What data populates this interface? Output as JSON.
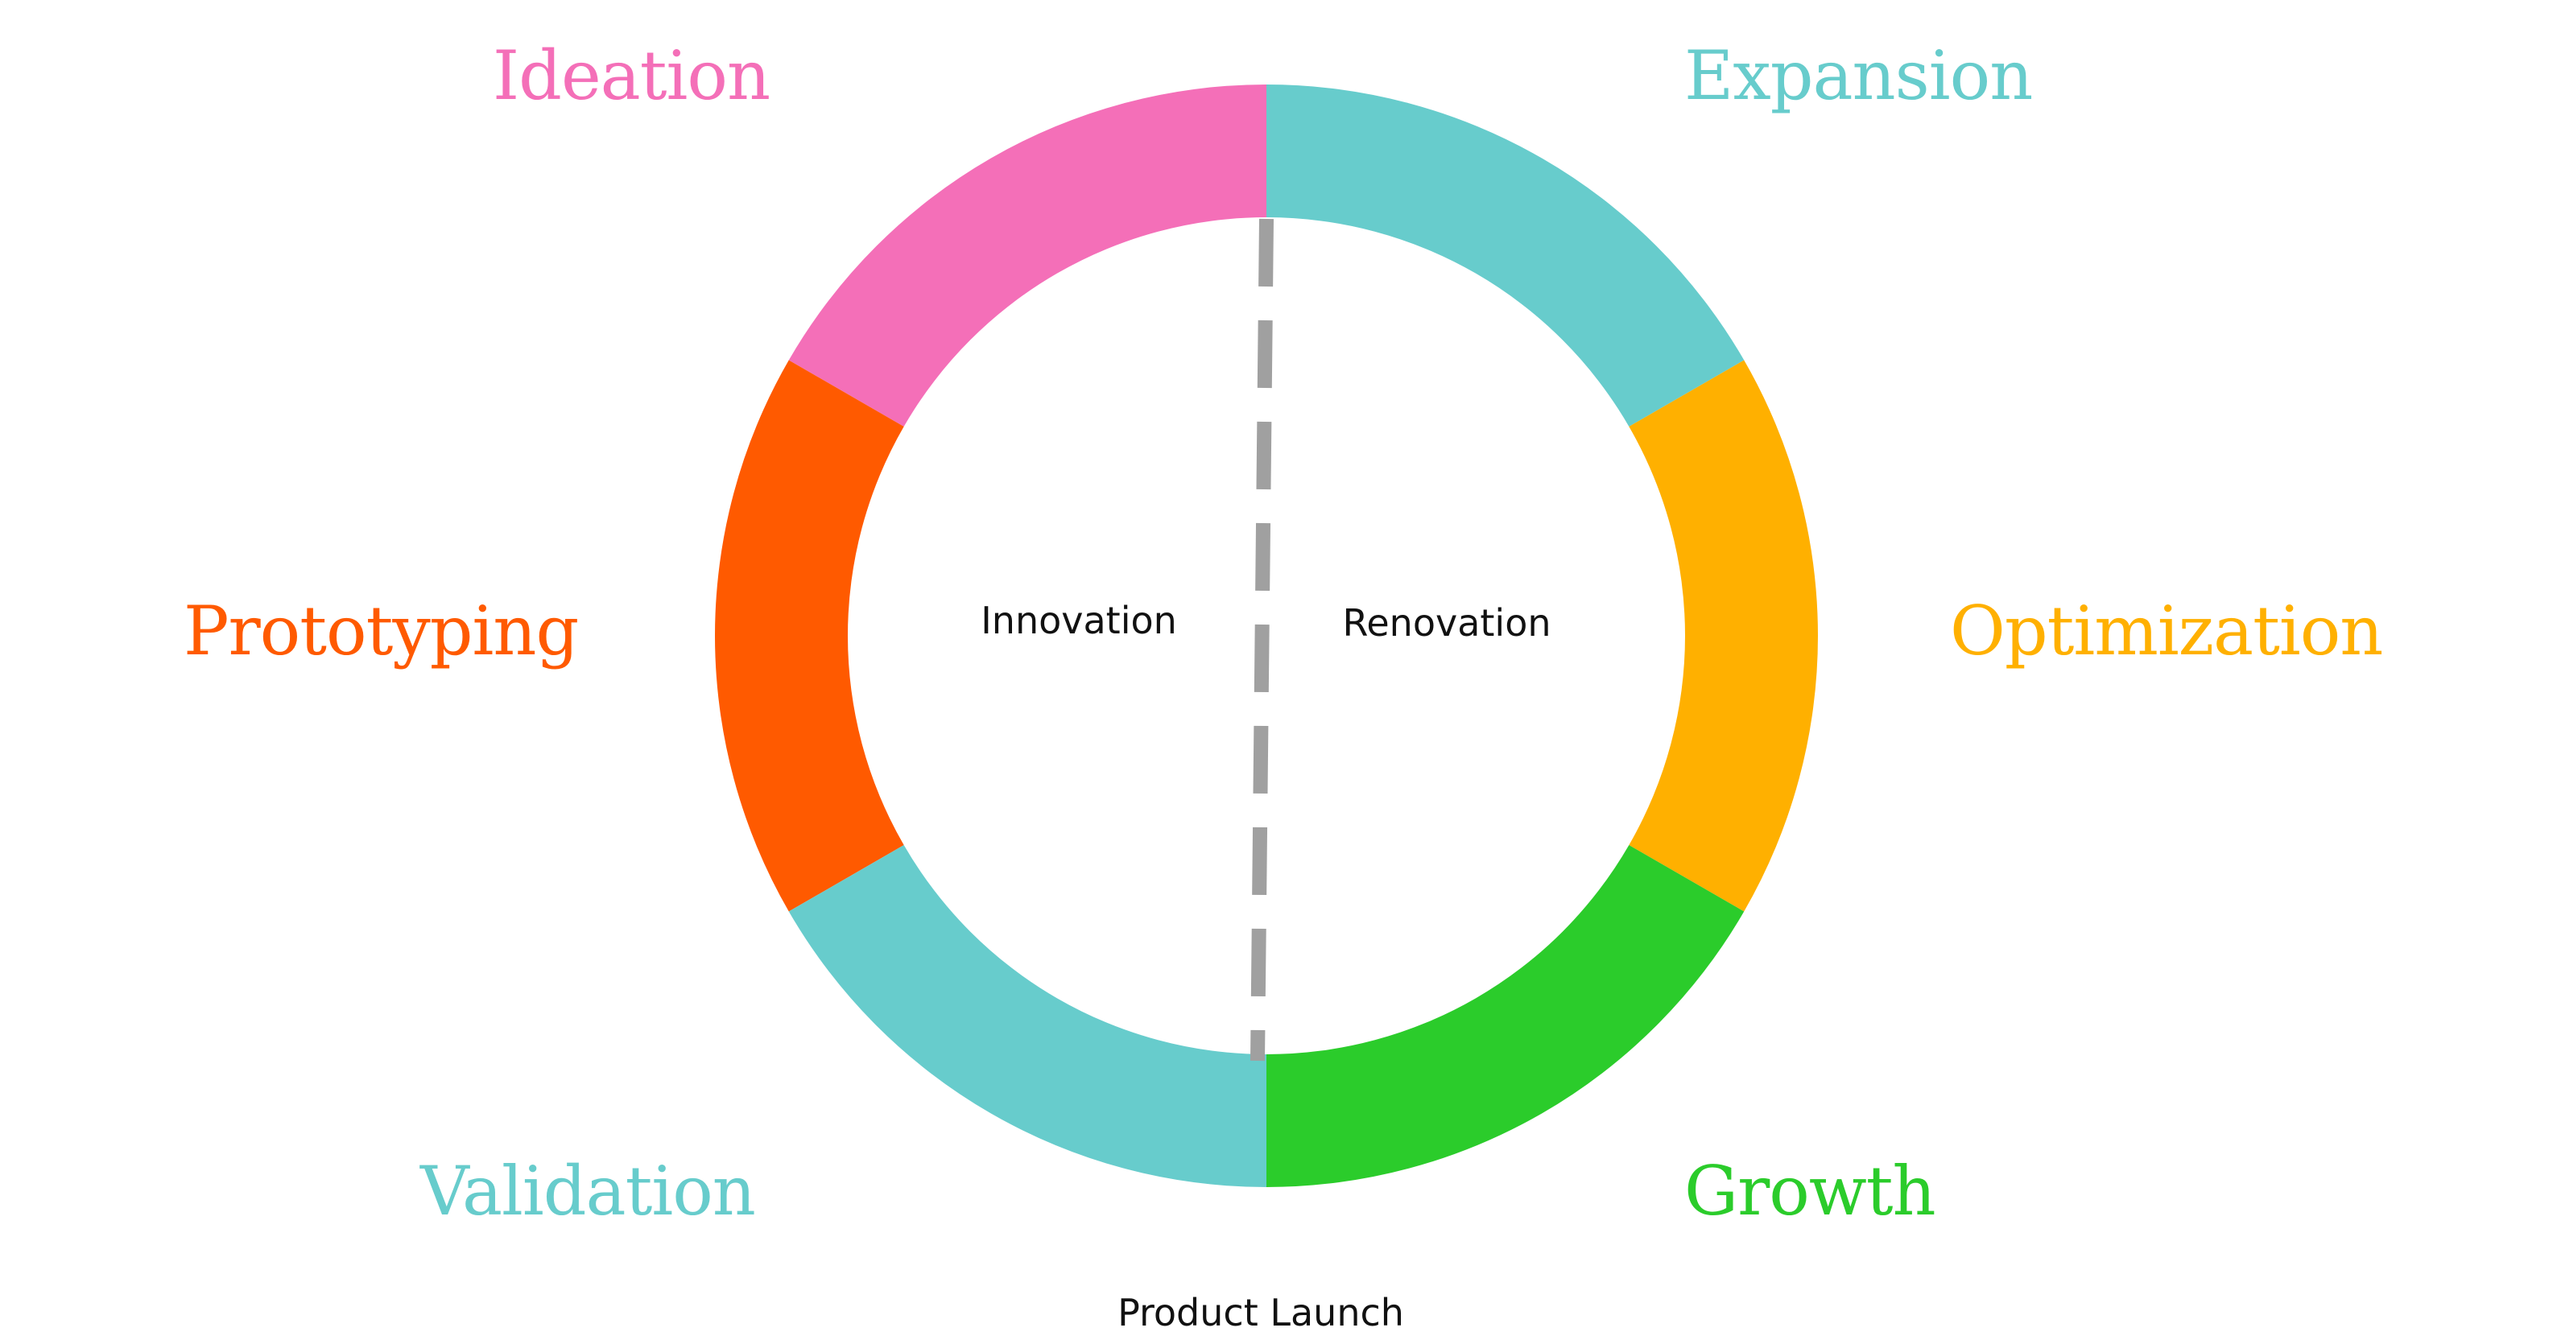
{
  "phases": {
    "ideation": {
      "label": "Ideation",
      "color": "#F46FB8"
    },
    "prototyping": {
      "label": "Prototyping",
      "color": "#FF5A00"
    },
    "validation": {
      "label": "Validation",
      "color": "#67CCCC"
    },
    "expansion": {
      "label": "Expansion",
      "color": "#67CCCC"
    },
    "optimization": {
      "label": "Optimization",
      "color": "#FFB000"
    },
    "growth": {
      "label": "Growth",
      "color": "#2BCC2B"
    }
  },
  "center": {
    "left_label": "Innovation",
    "right_label": "Renovation"
  },
  "divider": {
    "color": "#A0A0A0"
  },
  "bottom_label": "Product Launch"
}
